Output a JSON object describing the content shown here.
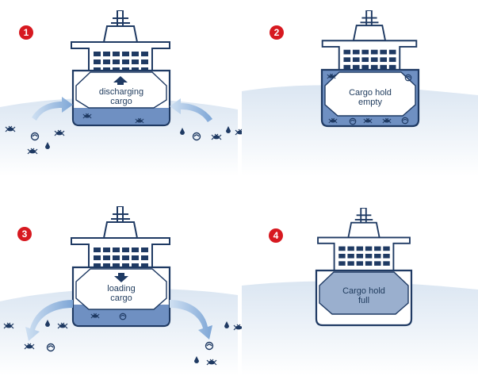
{
  "panels": [
    {
      "number": "1",
      "label_lines": [
        "discharging",
        "cargo"
      ]
    },
    {
      "number": "2",
      "label_lines": [
        "Cargo hold",
        "empty"
      ]
    },
    {
      "number": "3",
      "label_lines": [
        "loading",
        "cargo"
      ]
    },
    {
      "number": "4",
      "label_lines": [
        "Cargo hold",
        "full"
      ]
    }
  ],
  "colors": {
    "ship_outline": "#1f3a63",
    "hull_fill": "#ffffff",
    "water_top": "#dbe6f2",
    "water_bottom": "#ffffff",
    "ballast": "#6f90c2",
    "cargo_full": "#9aafce",
    "number_badge": "#d71920",
    "arrow": "#8fb0d8",
    "cargo_arrow": "#1f3a63"
  },
  "icons": [
    "ballast-water-hold-icon",
    "discharge-arrow-icon",
    "intake-arrow-icon",
    "cargo-up-arrow-icon",
    "cargo-down-arrow-icon",
    "marine-organism-icon"
  ]
}
